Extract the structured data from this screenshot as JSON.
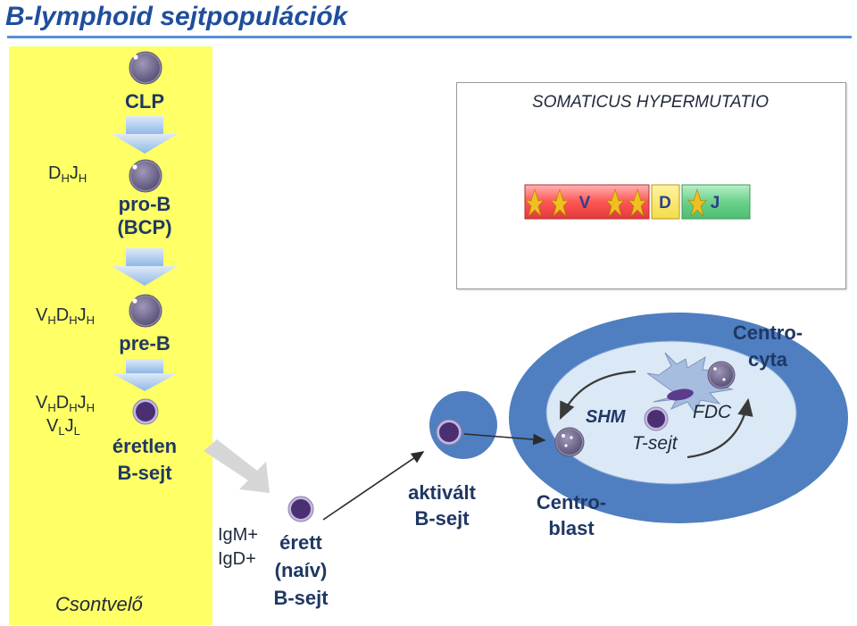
{
  "title": "B-lymphoid sejtpopulációk",
  "marrow_label": "Csontvelő",
  "stages": {
    "clp": "CLP",
    "prob_line1": "pro-B",
    "prob_line2": "(BCP)",
    "preb": "pre-B",
    "immature_line1": "éretlen",
    "immature_line2": "B-sejt",
    "mature_line1": "érett",
    "mature_line2": "(naív)",
    "mature_line3": "B-sejt",
    "activated_line1": "aktivált",
    "activated_line2": "B-sejt",
    "centroblast_line1": "Centro-",
    "centroblast_line2": "blast",
    "centrocyte_line1": "Centro-",
    "centrocyte_line2": "cyta"
  },
  "genes": {
    "dj": {
      "d": "D",
      "h1": "H",
      "j": "J",
      "h2": "H"
    },
    "vdj": {
      "v": "V",
      "h1": "H",
      "d": "D",
      "h2": "H",
      "j": "J",
      "h3": "H"
    },
    "vdj2": {
      "v": "V",
      "h1": "H",
      "d": "D",
      "h2": "H",
      "j": "J",
      "h3": "H"
    },
    "vj": {
      "v": "V",
      "l1": "L",
      "j": "J",
      "l2": "L"
    }
  },
  "isotype": {
    "igm": "IgM+",
    "igd": "IgD+"
  },
  "germinal": {
    "shm": "SHM",
    "fdc": "FDC",
    "tcell": "T-sejt"
  },
  "shm_panel": {
    "title": "SOMATICUS HYPERMUTATIO",
    "segments": {
      "v": "V",
      "d": "D",
      "j": "J"
    }
  },
  "colors": {
    "title": "#1f4e9c",
    "marrow": "#ffff66",
    "cell_body": "#4a2f73",
    "germinal_outer": "#4f7fc1",
    "germinal_inner": "#dbe8f5",
    "arrow_blue": "#9ec3ea"
  }
}
